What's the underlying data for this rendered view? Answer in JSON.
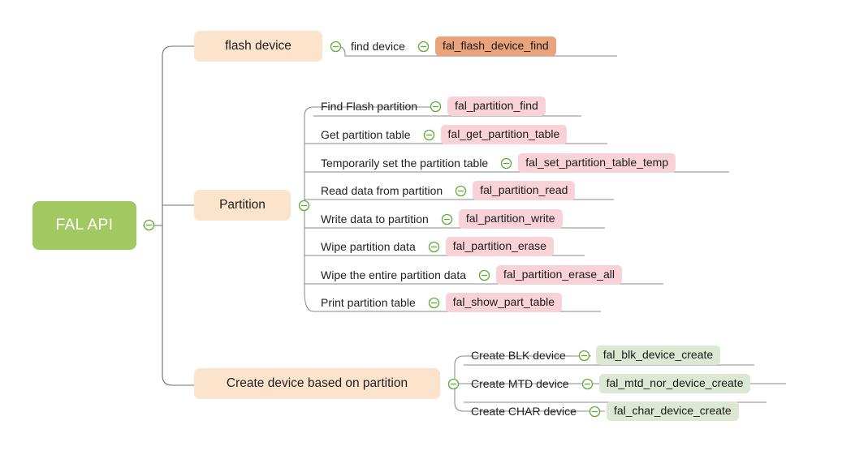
{
  "diagram": {
    "title": "FAL API",
    "background_color": "#ffffff",
    "root": {
      "label": "FAL API",
      "fill": "#a2c861",
      "text_color": "#ffffff",
      "collapse_icon": "collapse-minus-icon"
    },
    "branch_fill": "#fbe3cc",
    "connector_color": "#6f6f6f",
    "icon_color": "#5faa35",
    "branches": [
      {
        "label": "flash device",
        "chip_fill": "#eba37c",
        "collapse_icon": "collapse-minus-icon",
        "leaves": [
          {
            "label": "find device",
            "api": "fal_flash_device_find",
            "collapse_icon": "collapse-minus-icon"
          }
        ]
      },
      {
        "label": "Partition",
        "chip_fill": "#f9d2d8",
        "collapse_icon": "collapse-minus-icon",
        "leaves": [
          {
            "label": "Find Flash partition",
            "api": "fal_partition_find",
            "collapse_icon": "collapse-minus-icon"
          },
          {
            "label": "Get partition table",
            "api": "fal_get_partition_table",
            "collapse_icon": "collapse-minus-icon"
          },
          {
            "label": "Temporarily set the partition table",
            "api": "fal_set_partition_table_temp",
            "collapse_icon": "collapse-minus-icon"
          },
          {
            "label": "Read data from partition",
            "api": "fal_partition_read",
            "collapse_icon": "collapse-minus-icon"
          },
          {
            "label": "Write data to partition",
            "api": "fal_partition_write",
            "collapse_icon": "collapse-minus-icon"
          },
          {
            "label": "Wipe partition data",
            "api": "fal_partition_erase",
            "collapse_icon": "collapse-minus-icon"
          },
          {
            "label": "Wipe the entire partition data",
            "api": "fal_partition_erase_all",
            "collapse_icon": "collapse-minus-icon"
          },
          {
            "label": "Print partition table",
            "api": "fal_show_part_table",
            "collapse_icon": "collapse-minus-icon"
          }
        ]
      },
      {
        "label": "Create device based on partition",
        "chip_fill": "#dce8d3",
        "collapse_icon": "collapse-minus-icon",
        "leaves": [
          {
            "label": "Create BLK device",
            "api": "fal_blk_device_create",
            "collapse_icon": "collapse-minus-icon"
          },
          {
            "label": "Create MTD device",
            "api": "fal_mtd_nor_device_create",
            "collapse_icon": "collapse-minus-icon"
          },
          {
            "label": "Create CHAR device",
            "api": "fal_char_device_create",
            "collapse_icon": "collapse-minus-icon"
          }
        ]
      }
    ]
  }
}
